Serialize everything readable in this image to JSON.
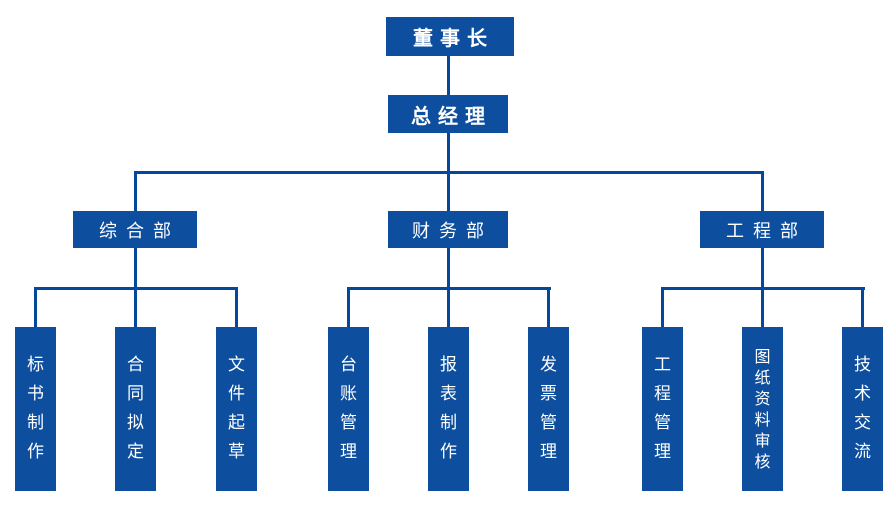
{
  "colors": {
    "node_fill": "#0d4f9e",
    "connector": "#03489b",
    "node_text": "#ffffff",
    "background": "#ffffff"
  },
  "org_chart": {
    "type": "organization-chart",
    "root": {
      "label": "董事长"
    },
    "general_manager": {
      "label": "总经理"
    },
    "departments": [
      {
        "label": "综合部",
        "children": [
          {
            "label": "标书制作"
          },
          {
            "label": "合同拟定"
          },
          {
            "label": "文件起草"
          }
        ]
      },
      {
        "label": "财务部",
        "children": [
          {
            "label": "台账管理"
          },
          {
            "label": "报表制作"
          },
          {
            "label": "发票管理"
          }
        ]
      },
      {
        "label": "工程部",
        "children": [
          {
            "label": "工程管理"
          },
          {
            "label": "图纸资料审核"
          },
          {
            "label": "技术交流"
          }
        ]
      }
    ]
  }
}
